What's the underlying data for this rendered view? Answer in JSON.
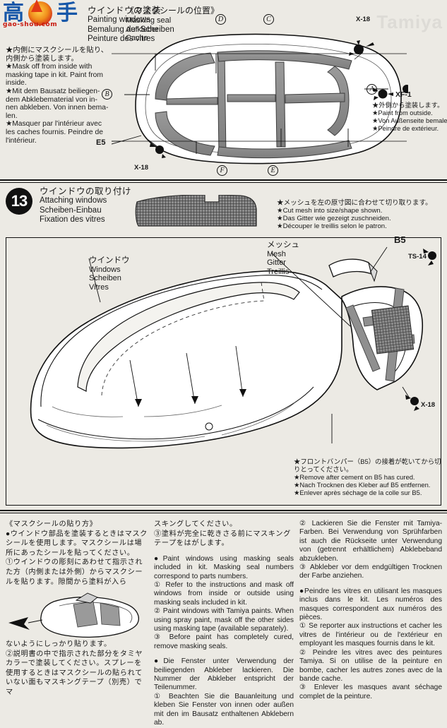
{
  "watermark": {
    "char1": "高",
    "char2": "手",
    "url": "gao-shou.com",
    "ghost": "Tamiya"
  },
  "panel_top": {
    "title": {
      "jp": "ウインドウの塗装",
      "en": "Painting windows",
      "de": "Bemalung der Scheiben",
      "fr": "Peinture des vitres"
    },
    "note_left": [
      "★内側にマスクシールを貼り、",
      "内側から塗装します。",
      "★Mask off from inside with",
      "masking tape in kit. Paint from",
      "inside.",
      "★Mit dem Bausatz beiliegen-",
      "dem Abklebematerial von in-",
      "nen abkleben. Von innen bema-",
      "len.",
      "★Masquer par l'intérieur avec",
      "les caches fournis. Peindre de",
      "l'intérieur."
    ],
    "masking_seal": {
      "jp": "《マスクシールの位置》",
      "en": "Masking seal",
      "de": "Aufkleber",
      "fr": "Cache"
    },
    "note_right": [
      "★外側から塗装します。",
      "★Paint from outside.",
      "★Von Außenseite bemalen.",
      "★Peindre de extérieur."
    ],
    "paint_right": "XF-1",
    "part_e5": "E5",
    "tags": [
      "X-18",
      "X-18"
    ],
    "callouts": [
      "D",
      "C",
      "A",
      "B",
      "F",
      "E"
    ]
  },
  "panel_mid": {
    "step_number": "13",
    "title": {
      "jp": "ウインドウの取り付け",
      "en": "Attaching windows",
      "de": "Scheiben-Einbau",
      "fr": "Fixation des vitres"
    },
    "mesh_note": [
      "★メッシュを左の原寸図に合わせて切り取ります。",
      "★Cut mesh into size/shape shown.",
      "★Das Gitter wie gezeigt zuschneiden.",
      "★Découper le treillis selon le patron."
    ],
    "windows_label": {
      "jp": "ウインドウ",
      "en": "Windows",
      "de": "Scheiben",
      "fr": "Vitres"
    },
    "mesh_label": {
      "jp": "メッシュ",
      "en": "Mesh",
      "de": "Gitter",
      "fr": "Treillis"
    },
    "part_b5": "B5",
    "paint_ts14": "TS-14",
    "tag_x18": "X-18",
    "bumper_note": [
      "★フロントバンパー（B5）の接着が乾いてから切",
      "りとってください。",
      "★Remove after cement on B5 has cured.",
      "★Nach Trocknen des Kleber auf B5 entfernen.",
      "★Enlever après séchage de la colle sur B5."
    ]
  },
  "panel_bottom": {
    "col1": {
      "heading": "《マスクシールの貼り方》",
      "para1": "●ウインドウ部品を塗装するときはマスクシールを使用します。マスクシールは場所にあったシールを貼ってください。",
      "para2": "①ウインドウの彫刻にあわせて指示された方（内側または外側）からマスクシールを貼ります。隙間から塗料が入ら",
      "para3": "ないようにしっかり貼ります。",
      "para4": "②説明書の中で指示された部分をタミヤカラーで塗装してください。スプレーを使用するときはマスクシールの貼られていない面もマスキングテープ（別売）でマ"
    },
    "col2": {
      "jp1": "スキングしてください。",
      "jp2": "③塗料が完全に乾きさる前にマスキングテープをはがします。",
      "en_head": "●Paint windows using masking seals included in kit. Masking seal numbers correspond to parts numbers.",
      "en1": "① Refer to the instructions and mask off windows from inside or outside using masking seals included in kit.",
      "en2": "② Paint windows with Tamiya paints. When using spray paint, mask off the other sides using masking tape (available separately).",
      "en3": "③ Before paint has completely cured, remove masking seals.",
      "de_head": "●Die Fenster unter Verwendung der beiliegenden Abkleber lackieren. Die Nummer der Abkleber entspricht der Teilenummer.",
      "de1": "① Beachten Sie die Bauanleitung und kleben Sie Fenster von innen oder außen mit den im Bausatz enthaltenen Abklebern ab."
    },
    "col3": {
      "de2": "② Lackieren Sie die Fenster mit Tamiya-Farben. Bei Verwendung von Sprühfarben ist auch die Rückseite unter Verwendung von (getrennt erhältlichem) Abklebeband abzukleben.",
      "de3": "③ Abkleber vor dem endgültigen Trocknen der Farbe anziehen.",
      "fr_head": "●Peindre les vitres en utilisant les masques inclus dans le kit. Les numéros des masques correspondent aux numéros des pièces.",
      "fr1": "① Se reporter aux instructions et cacher les vitres de l'intérieur ou de l'extérieur en employant les masques fournis dans le kit.",
      "fr2": "② Peindre les vitres avec des peintures Tamiya. Si on utilise de la peinture en bombe, cacher les autres zones avec de la bande cache.",
      "fr3": "③ Enlever les masques avant séchage complet de la peinture."
    }
  }
}
